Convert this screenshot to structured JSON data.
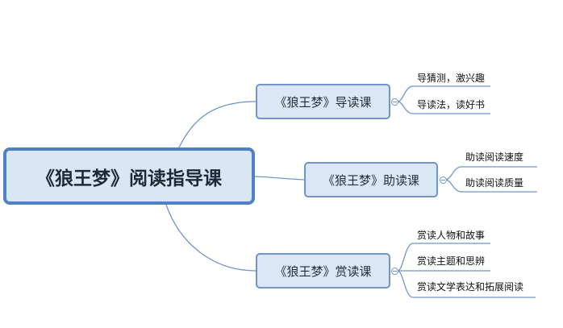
{
  "root": {
    "label": "《狼王梦》阅读指导课"
  },
  "branches": [
    {
      "label": "《狼王梦》导读课",
      "children": [
        "导猜测，激兴趣",
        "导读法，读好书"
      ]
    },
    {
      "label": "《狼王梦》助读课",
      "children": [
        "助读阅读速度",
        "助读阅读质量"
      ]
    },
    {
      "label": "《狼王梦》赏读课",
      "children": [
        "赏读人物和故事",
        "赏读主题和思辨",
        "赏读文学表达和拓展阅读"
      ]
    }
  ],
  "colors": {
    "connector": "#6f95c9",
    "root_border": "#4f81c4",
    "node_fill": "#dce7f5"
  }
}
